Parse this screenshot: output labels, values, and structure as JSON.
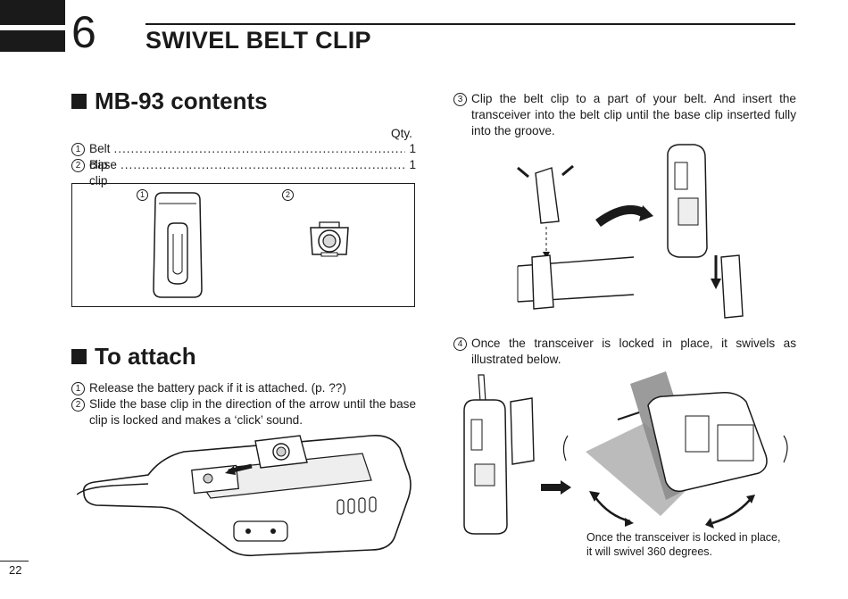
{
  "chapter": {
    "number": "6",
    "title": "SWIVEL BELT CLIP"
  },
  "contents": {
    "heading": "MB-93 contents",
    "qty_label": "Qty.",
    "items": [
      {
        "num": "1",
        "name": "Belt clip",
        "qty": "1"
      },
      {
        "num": "2",
        "name": "Base clip",
        "qty": "1"
      }
    ]
  },
  "attach": {
    "heading": "To attach",
    "steps": [
      {
        "num": "1",
        "text": "Release the battery pack if it is attached. (p. ??)"
      },
      {
        "num": "2",
        "text": "Slide the base clip in the direction of the arrow until the base clip is locked and makes a ‘click’ sound."
      },
      {
        "num": "3",
        "text": "Clip the belt clip to a part of your belt. And insert the transceiver into the belt clip until the base clip inserted fully into the groove."
      },
      {
        "num": "4",
        "text": "Once the transceiver is locked in place, it swivels as illustrated below."
      }
    ]
  },
  "caption": {
    "line1": "Once the transceiver is locked in place,",
    "line2": "it will swivel 360 degrees."
  },
  "page_number": "22",
  "icons": [
    "belt-clip-icon",
    "base-clip-icon",
    "arrow-icon"
  ]
}
